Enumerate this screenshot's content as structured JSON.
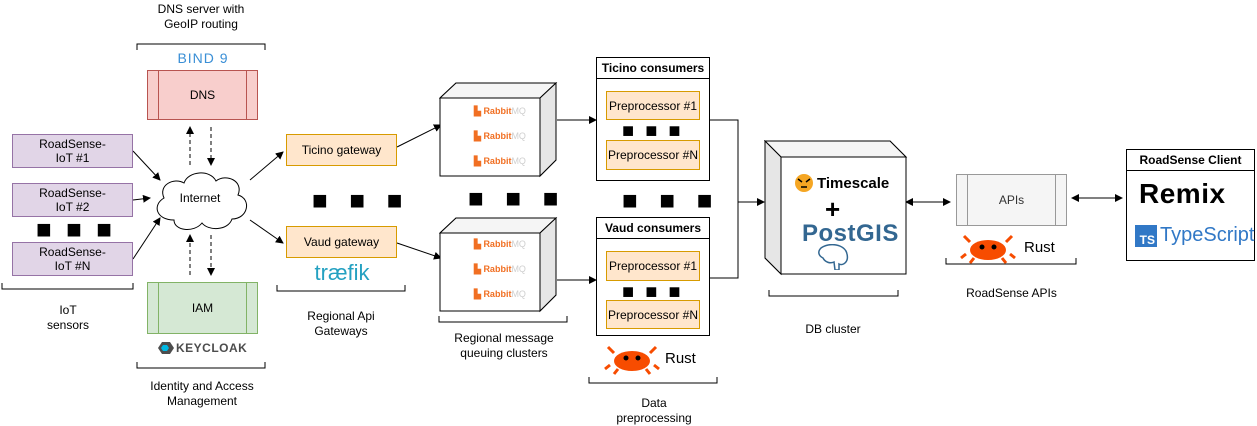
{
  "dns": {
    "caption": "DNS server with GeoIP routing",
    "logo": "BIND 9",
    "label": "DNS"
  },
  "iam": {
    "label": "IAM",
    "logo": "KEYCLOAK",
    "caption": "Identity and Access Management"
  },
  "iot": {
    "devices": [
      "RoadSense-IoT #1",
      "RoadSense-IoT #2",
      "RoadSense-IoT #N"
    ],
    "caption": "IoT sensors"
  },
  "internet": {
    "label": "Internet"
  },
  "gateways": {
    "ticino": "Ticino gateway",
    "vaud": "Vaud gateway",
    "logo": "træfik",
    "caption": "Regional Api Gateways"
  },
  "queues": {
    "logo_main": "Rabbit",
    "logo_sub": "MQ",
    "caption": "Regional message queuing clusters"
  },
  "consumers": {
    "ticino_title": "Ticino consumers",
    "vaud_title": "Vaud consumers",
    "pre1": "Preprocessor #1",
    "preN": "Preprocessor #N",
    "rust": "Rust",
    "caption": "Data preprocessing"
  },
  "db": {
    "timescale": "Timescale",
    "plus": "+",
    "postgis": "PostGIS",
    "caption": "DB cluster"
  },
  "apis": {
    "label": "APIs",
    "rust": "Rust",
    "caption": "RoadSense APIs"
  },
  "client": {
    "title": "RoadSense Client",
    "remix": "Remix",
    "ts_badge": "TS",
    "typescript": "TypeScript"
  },
  "colors": {
    "iot_fill": "#e1d5e7",
    "dns_fill": "#f8cecc",
    "iam_fill": "#d5e8d4",
    "gateway_fill": "#ffe6cc",
    "rust_orange": "#f74c00",
    "rabbit_orange": "#f16f22",
    "bind_blue": "#3a8fd6",
    "typescript_blue": "#3178c6"
  }
}
